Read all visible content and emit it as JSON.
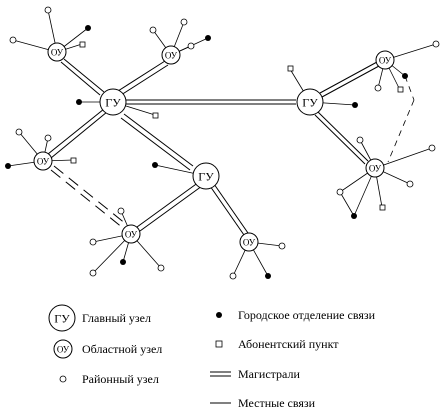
{
  "node_labels": {
    "main": "ГУ",
    "regional": "ОУ"
  },
  "legend": {
    "main_node": "Главный узел",
    "regional_node": "Областной узел",
    "district_node": "Районный узел",
    "city_office": "Городское отделение связи",
    "subscriber_point": "Абонентский пункт",
    "trunk_lines": "Магистрали",
    "local_links": "Местные связи"
  }
}
